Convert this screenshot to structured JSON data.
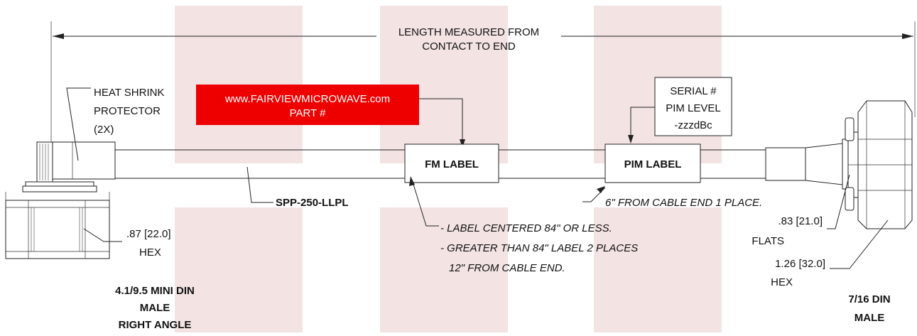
{
  "dimension": {
    "length_line1": "LENGTH MEASURED FROM",
    "length_line2": "CONTACT TO END"
  },
  "heat_shrink": {
    "line1": "HEAT SHRINK",
    "line2": "PROTECTOR",
    "line3": "(2X)"
  },
  "red_label": {
    "line1": "www.FAIRVIEWMICROWAVE.com",
    "line2": "PART    #",
    "bg_color": "#ee0000",
    "text_color": "#ffffff"
  },
  "serial_box": {
    "line1": "SERIAL #",
    "line2": "PIM LEVEL",
    "line3": "-zzzdBc"
  },
  "fm_label": "FM LABEL",
  "pim_label": "PIM LABEL",
  "cable_part": "SPP-250-LLPL",
  "notes": {
    "pim_note": "6\" FROM CABLE END 1 PLACE.",
    "fm_note1": "- LABEL CENTERED 84\" OR LESS.",
    "fm_note2": "- GREATER THAN 84\" LABEL 2 PLACES",
    "fm_note3": "12\" FROM CABLE END."
  },
  "left_connector": {
    "hex_dim": ".87 [22.0]",
    "hex_word": "HEX",
    "title1": "4.1/9.5 MINI DIN",
    "title2": "MALE",
    "title3": "RIGHT ANGLE"
  },
  "right_connector": {
    "flats_dim": ".83 [21.0]",
    "flats_word": "FLATS",
    "hex_dim": "1.26 [32.0]",
    "hex_word": "HEX",
    "title1": "7/16 DIN",
    "title2": "MALE"
  },
  "watermark_color": "#f3e3e3"
}
